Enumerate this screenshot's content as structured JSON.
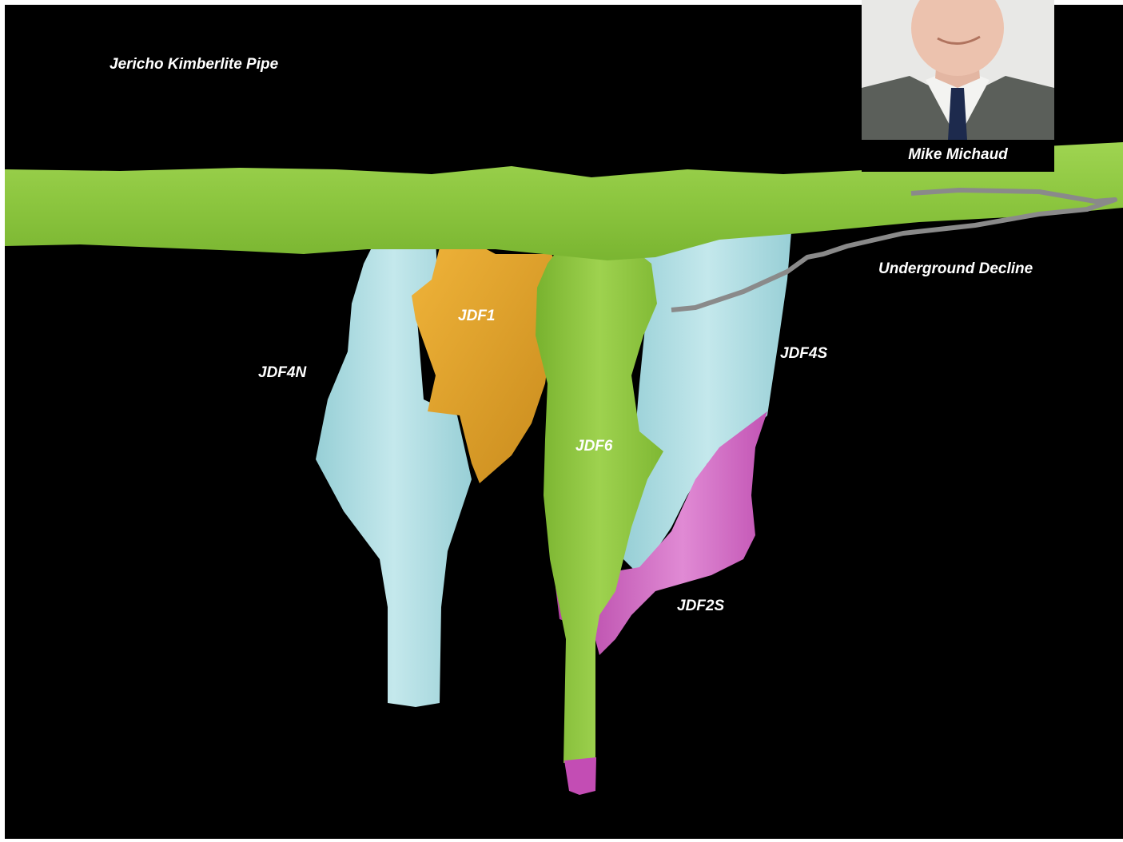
{
  "title": "Jericho Kimberlite Pipe",
  "labels": {
    "jdf1": "JDF1",
    "jdf4n": "JDF4N",
    "jdf4s": "JDF4S",
    "jdf6": "JDF6",
    "jdf2s": "JDF2S",
    "decline": "Underground Decline"
  },
  "photo": {
    "caption": "Mike Michaud"
  },
  "colors": {
    "background": "#000000",
    "surface_layer": "#8cc63f",
    "jdf4": "#a9dbe0",
    "jdf1": "#e0a12a",
    "jdf6": "#86c235",
    "jdf2s": "#c855b8",
    "decline": "#8a8a8a",
    "label_text": "#ffffff"
  }
}
